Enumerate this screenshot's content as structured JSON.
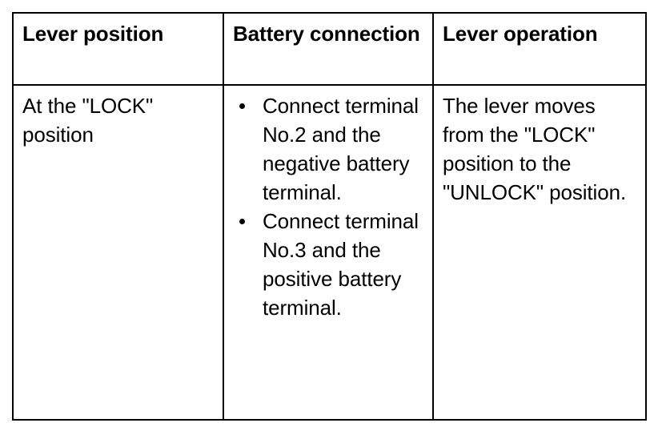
{
  "table": {
    "headers": [
      {
        "id": "lever-position",
        "label": "Lever position"
      },
      {
        "id": "battery-connection",
        "label": "Battery connection"
      },
      {
        "id": "lever-operation",
        "label": "Lever operation"
      }
    ],
    "rows": [
      {
        "lever_position": "At the \"LOCK\" position",
        "battery_connection_bullets": [
          "Connect terminal No.2 and the negative battery terminal.",
          "Connect terminal No.3 and the positive battery terminal."
        ],
        "lever_operation": "The lever moves from the \"LOCK\" position to the \"UNLOCK\" position."
      }
    ]
  },
  "style": {
    "border_color": "#000000",
    "text_color": "#000000",
    "background_color": "#ffffff",
    "bullet_glyph": "bullet-dot"
  }
}
